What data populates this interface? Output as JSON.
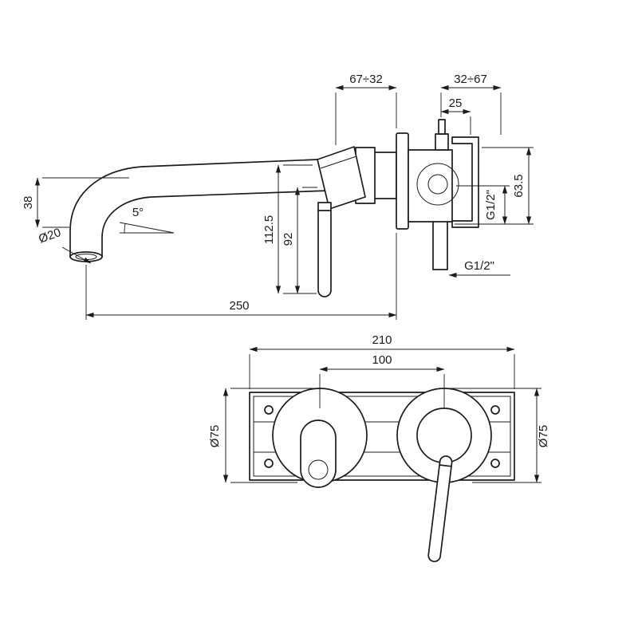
{
  "drawing": {
    "type": "technical-dimension-drawing",
    "subject": "wall-mounted single-lever basin mixer, side view and front view",
    "line_color": "#1c1c1c",
    "background_color": "#ffffff",
    "side_view": {
      "dim_spout_depth_front": "67÷32",
      "dim_spout_depth_back": "32÷67",
      "dim_25": "25",
      "dim_38": "38",
      "dim_outlet_diameter": "Ø20",
      "dim_angle": "5°",
      "dim_112_5": "112.5",
      "dim_92": "92",
      "dim_250": "250",
      "dim_63_5": "63.5",
      "dim_thread_side": "G1/2\"",
      "dim_thread_bottom": "G1/2\""
    },
    "front_view": {
      "dim_plate_width": "210",
      "dim_centers": "100",
      "dim_left_rosette": "Ø75",
      "dim_right_rosette": "Ø75"
    }
  }
}
